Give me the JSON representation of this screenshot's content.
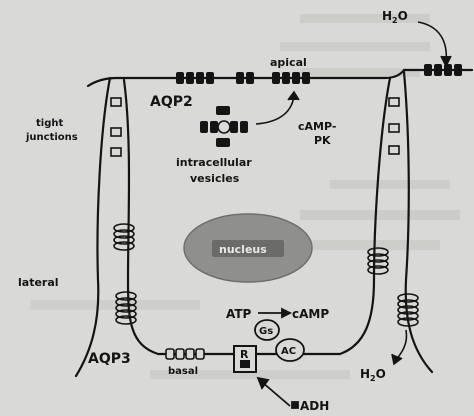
{
  "labels": {
    "h2o_top": "H",
    "h2o_top_sub": "2",
    "h2o_top_end": "O",
    "apical": "apical",
    "aqp2": "AQP2",
    "camp_pk_1": "cAMP-",
    "camp_pk_2": "PK",
    "tight_1": "tight",
    "tight_2": "junctions",
    "vesicles_1": "intracellular",
    "vesicles_2": "vesicles",
    "nucleus": "nucleus",
    "lateral": "lateral",
    "atp": "ATP",
    "camp": "cAMP",
    "gs": "Gs",
    "ac": "AC",
    "aqp3": "AQP3",
    "basal": "basal",
    "receptor": "R",
    "h2o_bottom": "H",
    "h2o_bottom_sub": "2",
    "h2o_bottom_end": "O",
    "adh": "ADH"
  },
  "colors": {
    "background": "#d9d9d7",
    "ink": "#141414",
    "nucleus_fill": "#8f8f8d",
    "ghost_text": "#b9b9b6"
  }
}
